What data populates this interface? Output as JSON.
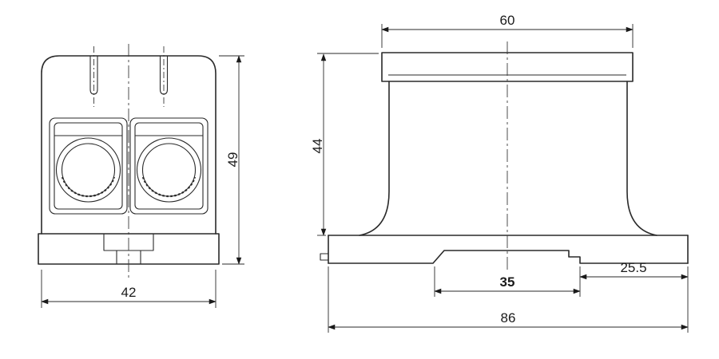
{
  "drawing": {
    "colors": {
      "line": "#2a2a2a",
      "background": "#ffffff"
    },
    "dimensions": {
      "front_width": "42",
      "front_height": "49",
      "side_top_width": "60",
      "side_height": "44",
      "rail_span": "35",
      "rail_right_offset": "25.5",
      "base_width": "86"
    }
  }
}
